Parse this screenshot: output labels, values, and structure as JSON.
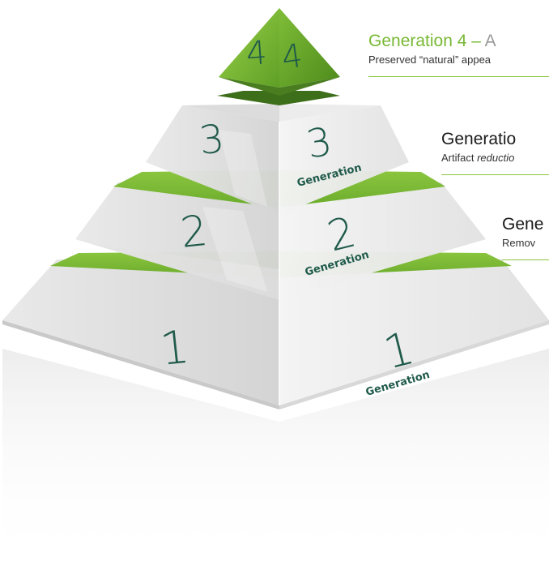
{
  "diagram": {
    "levels": [
      {
        "id": "1",
        "left_numeral": "1",
        "right_numeral": "1",
        "label": "Generation"
      },
      {
        "id": "2",
        "left_numeral": "2",
        "right_numeral": "2",
        "label": "Generation"
      },
      {
        "id": "3",
        "left_numeral": "3",
        "right_numeral": "3",
        "label": "Generation"
      },
      {
        "id": "4",
        "left_numeral": "4",
        "right_numeral": "4"
      }
    ],
    "captions": {
      "gen4": {
        "title_green": "Generation 4",
        "dash": " – ",
        "title_rest": "A",
        "desc": "Preserved “natural” appea"
      },
      "gen3": {
        "title": "Generatio",
        "desc_plain": "Artifact ",
        "desc_italic": "reductio"
      },
      "gen2": {
        "title": "Gene",
        "desc": "Remov"
      }
    },
    "colors": {
      "accent": "#8cc63f",
      "accent_dark": "#5b9a27",
      "numeral": "#1f5a4a"
    }
  }
}
